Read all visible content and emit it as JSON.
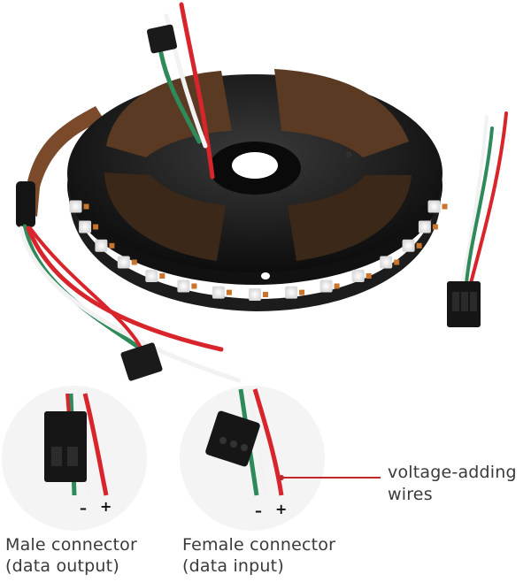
{
  "callout": {
    "line1": "voltage-adding",
    "line2": "wires"
  },
  "male_connector": {
    "title": "Male connector",
    "subtitle": "(data output)",
    "minus": "–",
    "plus": "+"
  },
  "female_connector": {
    "title": "Female connector",
    "subtitle": "(data input)",
    "minus": "–",
    "plus": "+"
  },
  "colors": {
    "strip": "#1a1a1a",
    "wire_red": "#d8252b",
    "wire_green": "#2e8a5a",
    "wire_white": "#f2f2f2",
    "callout_line": "#c3262b"
  }
}
